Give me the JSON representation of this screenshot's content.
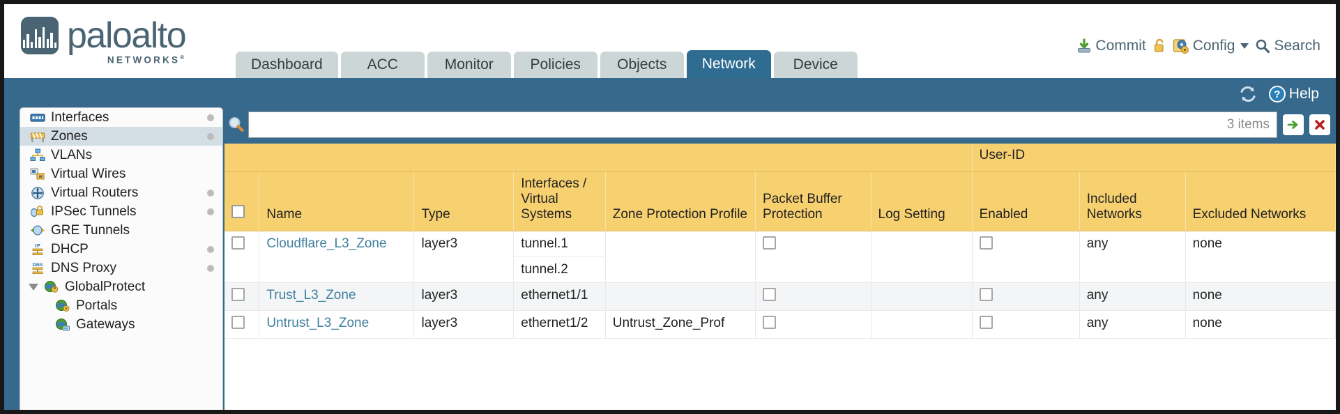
{
  "brand": {
    "name": "paloalto",
    "tagline": "NETWORKS",
    "trademark": "®"
  },
  "nav": {
    "tabs": [
      {
        "label": "Dashboard",
        "active": false
      },
      {
        "label": "ACC",
        "active": false
      },
      {
        "label": "Monitor",
        "active": false
      },
      {
        "label": "Policies",
        "active": false
      },
      {
        "label": "Objects",
        "active": false
      },
      {
        "label": "Network",
        "active": true
      },
      {
        "label": "Device",
        "active": false
      }
    ]
  },
  "utility": {
    "commit": "Commit",
    "lock_icon": "padlock-icon",
    "config": "Config",
    "search": "Search"
  },
  "band": {
    "refresh_icon": "refresh-icon",
    "help": "Help",
    "help_glyph": "?"
  },
  "sidebar": {
    "items": [
      {
        "label": "Interfaces",
        "icon": "interfaces-icon",
        "selected": false,
        "dot": true,
        "child": false,
        "expand": false
      },
      {
        "label": "Zones",
        "icon": "zones-icon",
        "selected": true,
        "dot": true,
        "child": false,
        "expand": false
      },
      {
        "label": "VLANs",
        "icon": "vlans-icon",
        "selected": false,
        "dot": false,
        "child": false,
        "expand": false
      },
      {
        "label": "Virtual Wires",
        "icon": "virtual-wires-icon",
        "selected": false,
        "dot": false,
        "child": false,
        "expand": false
      },
      {
        "label": "Virtual Routers",
        "icon": "virtual-routers-icon",
        "selected": false,
        "dot": true,
        "child": false,
        "expand": false
      },
      {
        "label": "IPSec Tunnels",
        "icon": "ipsec-tunnels-icon",
        "selected": false,
        "dot": true,
        "child": false,
        "expand": false
      },
      {
        "label": "GRE Tunnels",
        "icon": "gre-tunnels-icon",
        "selected": false,
        "dot": false,
        "child": false,
        "expand": false
      },
      {
        "label": "DHCP",
        "icon": "dhcp-icon",
        "selected": false,
        "dot": true,
        "child": false,
        "expand": false
      },
      {
        "label": "DNS Proxy",
        "icon": "dns-proxy-icon",
        "selected": false,
        "dot": true,
        "child": false,
        "expand": false
      },
      {
        "label": "GlobalProtect",
        "icon": "globalprotect-icon",
        "selected": false,
        "dot": false,
        "child": false,
        "expand": true
      },
      {
        "label": "Portals",
        "icon": "portals-icon",
        "selected": false,
        "dot": false,
        "child": true,
        "expand": false
      },
      {
        "label": "Gateways",
        "icon": "gateways-icon",
        "selected": false,
        "dot": false,
        "child": true,
        "expand": false
      }
    ]
  },
  "search": {
    "icon": "search-magnifier-icon",
    "value": "",
    "placeholder": "",
    "items_count": "3 items",
    "apply_icon": "apply-arrow-icon",
    "clear_icon": "clear-x-icon"
  },
  "table": {
    "group_header": {
      "label": "User-ID",
      "spans": 3
    },
    "columns": [
      {
        "key": "checkbox",
        "label": ""
      },
      {
        "key": "name",
        "label": "Name"
      },
      {
        "key": "type",
        "label": "Type"
      },
      {
        "key": "interfaces",
        "label": "Interfaces / Virtual Systems"
      },
      {
        "key": "zone_protection",
        "label": "Zone Protection Profile"
      },
      {
        "key": "packet_buffer",
        "label": "Packet Buffer Protection"
      },
      {
        "key": "log_setting",
        "label": "Log Setting"
      },
      {
        "key": "enabled",
        "label": "Enabled"
      },
      {
        "key": "included",
        "label": "Included Networks"
      },
      {
        "key": "excluded",
        "label": "Excluded Networks"
      }
    ],
    "rows": [
      {
        "selected": false,
        "name": "Cloudflare_L3_Zone",
        "type": "layer3",
        "interfaces": [
          "tunnel.1",
          "tunnel.2"
        ],
        "zone_protection": "",
        "packet_buffer_checked": false,
        "log_setting": "",
        "enabled_checked": false,
        "included": "any",
        "excluded": "none"
      },
      {
        "selected": false,
        "name": "Trust_L3_Zone",
        "type": "layer3",
        "interfaces": [
          "ethernet1/1"
        ],
        "zone_protection": "",
        "packet_buffer_checked": false,
        "log_setting": "",
        "enabled_checked": false,
        "included": "any",
        "excluded": "none"
      },
      {
        "selected": false,
        "name": "Untrust_L3_Zone",
        "type": "layer3",
        "interfaces": [
          "ethernet1/2"
        ],
        "zone_protection": "Untrust_Zone_Prof",
        "packet_buffer_checked": false,
        "log_setting": "",
        "enabled_checked": false,
        "included": "any",
        "excluded": "none"
      }
    ]
  },
  "colors": {
    "brand_slate": "#4a6473",
    "band_blue": "#36698c",
    "tab_active": "#2f6c92",
    "header_gold": "#f7d070",
    "group_gold": "#e8b93f",
    "link_blue": "#3e7f9e"
  }
}
